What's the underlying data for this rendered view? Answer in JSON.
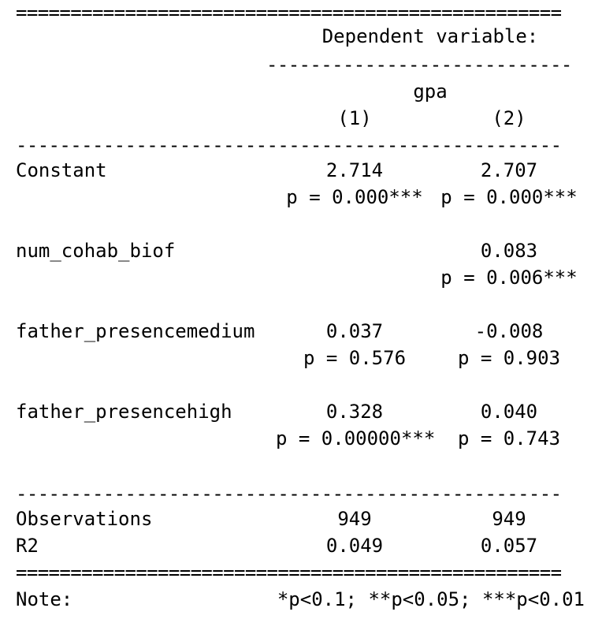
{
  "rules": {
    "double": "==================================================",
    "single": "--------------------------------------------------",
    "sub": "----------------------------"
  },
  "header": {
    "dependent": "Dependent variable:",
    "depvar": "gpa",
    "col1": "(1)",
    "col2": "(2)"
  },
  "rows": [
    {
      "label": "Constant",
      "c1": "2.714",
      "c2": "2.707",
      "p1": "p = 0.000***",
      "p2": "p = 0.000***"
    },
    {
      "label": "num_cohab_biof",
      "c1": "",
      "c2": "0.083",
      "p1": "",
      "p2": "p = 0.006***"
    },
    {
      "label": "father_presencemedium",
      "c1": "0.037",
      "c2": "-0.008",
      "p1": "p = 0.576",
      "p2": "p = 0.903"
    },
    {
      "label": "father_presencehigh",
      "c1": "0.328",
      "c2": "0.040",
      "p1": "p = 0.00000***",
      "p2": "p = 0.743"
    }
  ],
  "stats": [
    {
      "label": "Observations",
      "c1": "949",
      "c2": "949"
    },
    {
      "label": "R2",
      "c1": "0.049",
      "c2": "0.057"
    }
  ],
  "note": {
    "label": "Note:",
    "text": "*p<0.1; **p<0.05; ***p<0.01"
  }
}
